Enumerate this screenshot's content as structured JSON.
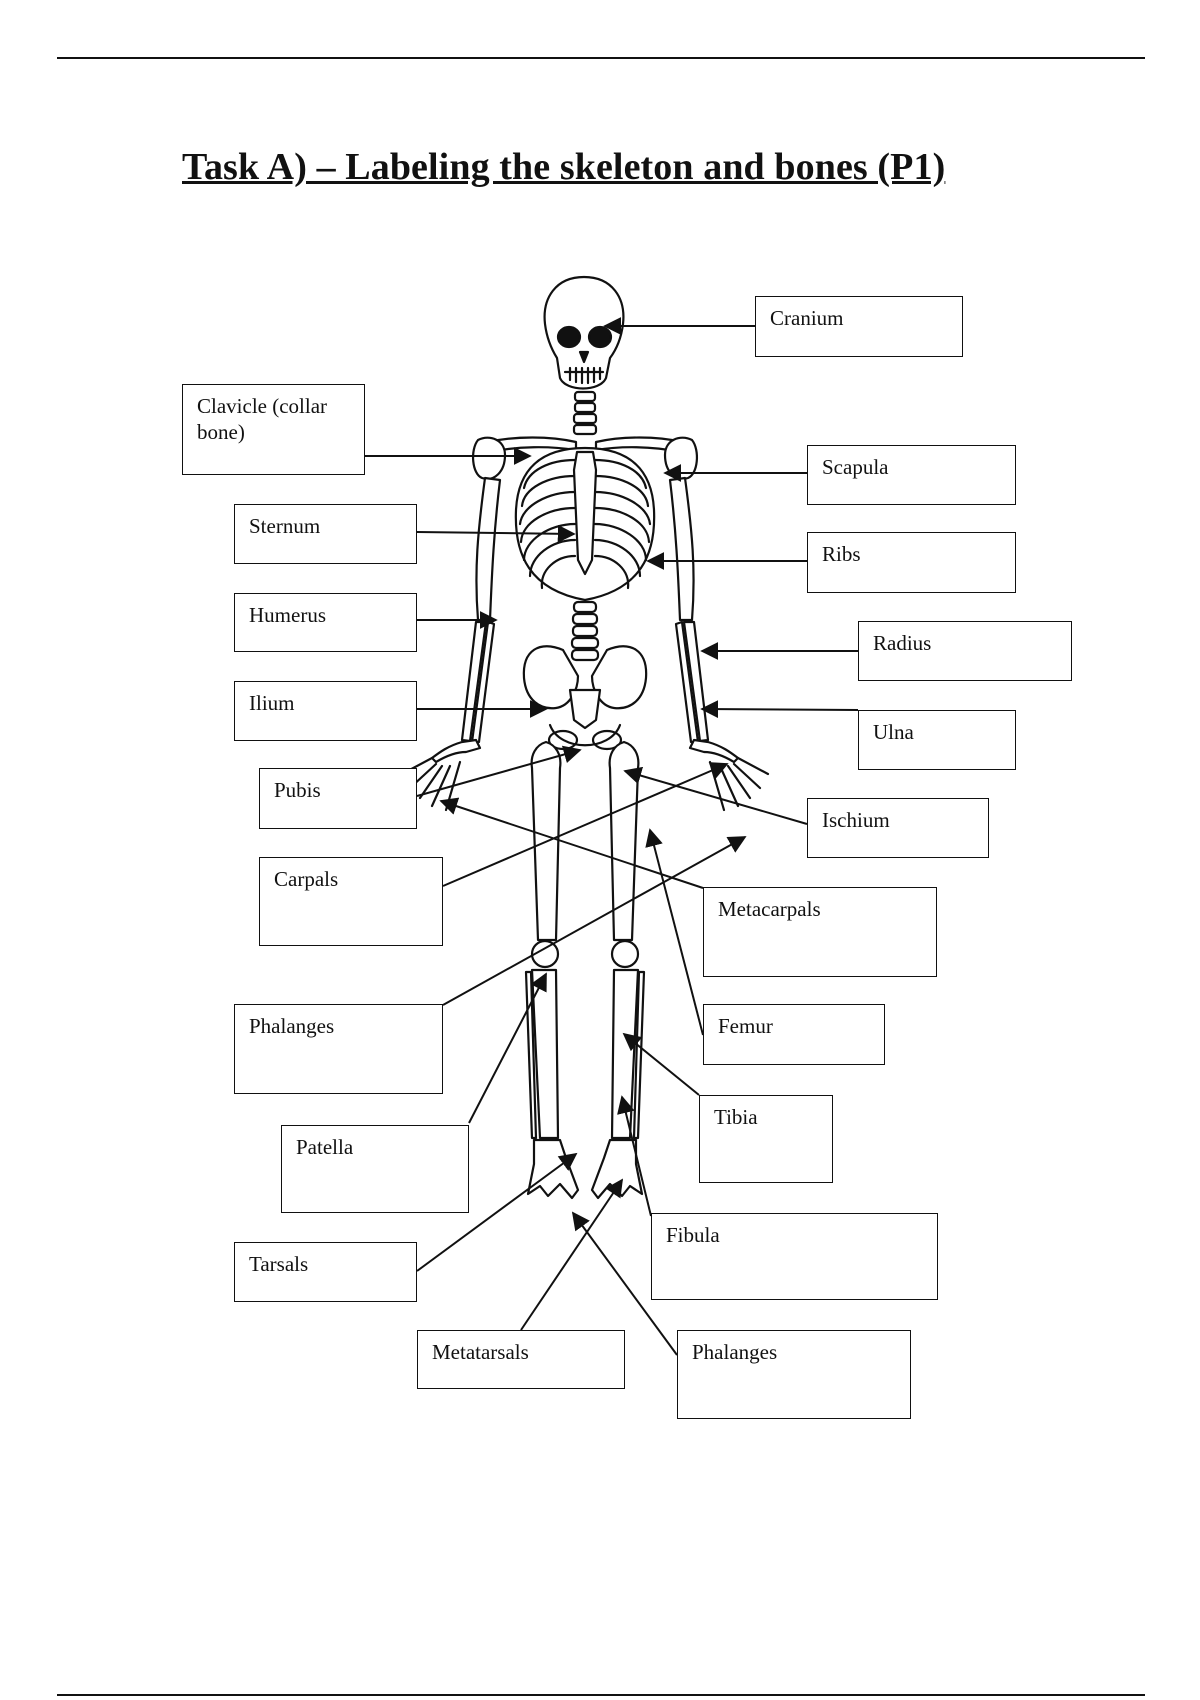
{
  "page": {
    "title": "Task A) – Labeling the skeleton and bones (P1)"
  },
  "figure": {
    "subject": "human-skeleton-front-view",
    "labels": [
      {
        "id": "cranium",
        "text": "Cranium"
      },
      {
        "id": "clavicle",
        "text": "Clavicle (collar bone)"
      },
      {
        "id": "scapula",
        "text": "Scapula"
      },
      {
        "id": "sternum",
        "text": "Sternum"
      },
      {
        "id": "ribs",
        "text": "Ribs"
      },
      {
        "id": "humerus",
        "text": "Humerus"
      },
      {
        "id": "radius",
        "text": "Radius"
      },
      {
        "id": "ilium",
        "text": "Ilium"
      },
      {
        "id": "ulna",
        "text": "Ulna"
      },
      {
        "id": "pubis",
        "text": "Pubis"
      },
      {
        "id": "ischium",
        "text": "Ischium"
      },
      {
        "id": "carpals",
        "text": "Carpals"
      },
      {
        "id": "metacarpals",
        "text": "Metacarpals"
      },
      {
        "id": "phalanges-hand",
        "text": "Phalanges"
      },
      {
        "id": "femur",
        "text": "Femur"
      },
      {
        "id": "patella",
        "text": "Patella"
      },
      {
        "id": "tibia",
        "text": "Tibia"
      },
      {
        "id": "tarsals",
        "text": "Tarsals"
      },
      {
        "id": "fibula",
        "text": "Fibula"
      },
      {
        "id": "metatarsals",
        "text": "Metatarsals"
      },
      {
        "id": "phalanges-foot",
        "text": "Phalanges"
      }
    ]
  },
  "colors": {
    "ink": "#111111",
    "background": "#ffffff",
    "bone-fill": "#ffffff"
  }
}
